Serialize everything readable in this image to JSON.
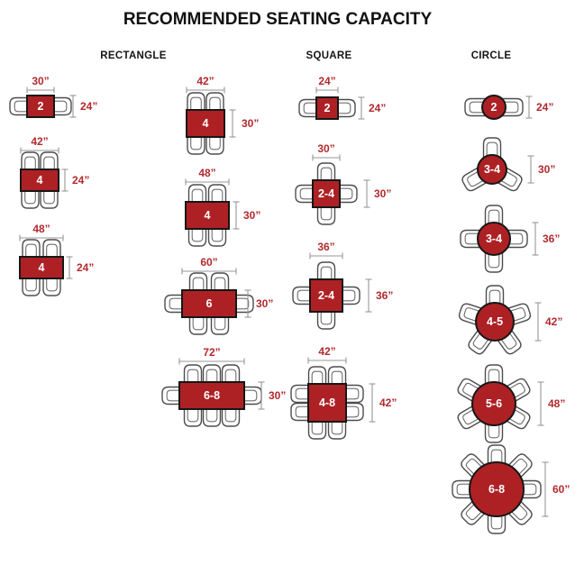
{
  "title": "RECOMMENDED SEATING CAPACITY",
  "columns": {
    "rectangle": "RECTANGLE",
    "square": "SQUARE",
    "circle": "CIRCLE"
  },
  "colors": {
    "table_fill": "#ad2124",
    "table_border": "#161616",
    "capacity_text": "#ffffff",
    "dimension_text": "#b02a2e",
    "dimension_line": "#979797",
    "chair_outline": "#4d4d4d",
    "chair_inner": "#6e6e6e"
  },
  "rectangle": {
    "items": [
      {
        "width": "30”",
        "depth": "24”",
        "capacity": "2"
      },
      {
        "width": "42”",
        "depth": "24”",
        "capacity": "4"
      },
      {
        "width": "48”",
        "depth": "24”",
        "capacity": "4"
      },
      {
        "width": "42”",
        "depth": "30”",
        "capacity": "4"
      },
      {
        "width": "48”",
        "depth": "30”",
        "capacity": "4"
      },
      {
        "width": "60”",
        "depth": "30”",
        "capacity": "6"
      },
      {
        "width": "72”",
        "depth": "30”",
        "capacity": "6-8"
      }
    ]
  },
  "square": {
    "items": [
      {
        "width": "24”",
        "depth": "24”",
        "capacity": "2"
      },
      {
        "width": "30”",
        "depth": "30”",
        "capacity": "2-4"
      },
      {
        "width": "36”",
        "depth": "36”",
        "capacity": "2-4"
      },
      {
        "width": "42”",
        "depth": "42”",
        "capacity": "4-8"
      }
    ]
  },
  "circle": {
    "items": [
      {
        "diameter": "24”",
        "capacity": "2"
      },
      {
        "diameter": "30”",
        "capacity": "3-4"
      },
      {
        "diameter": "36”",
        "capacity": "3-4"
      },
      {
        "diameter": "42”",
        "capacity": "4-5"
      },
      {
        "diameter": "48”",
        "capacity": "5-6"
      },
      {
        "diameter": "60”",
        "capacity": "6-8"
      }
    ]
  }
}
